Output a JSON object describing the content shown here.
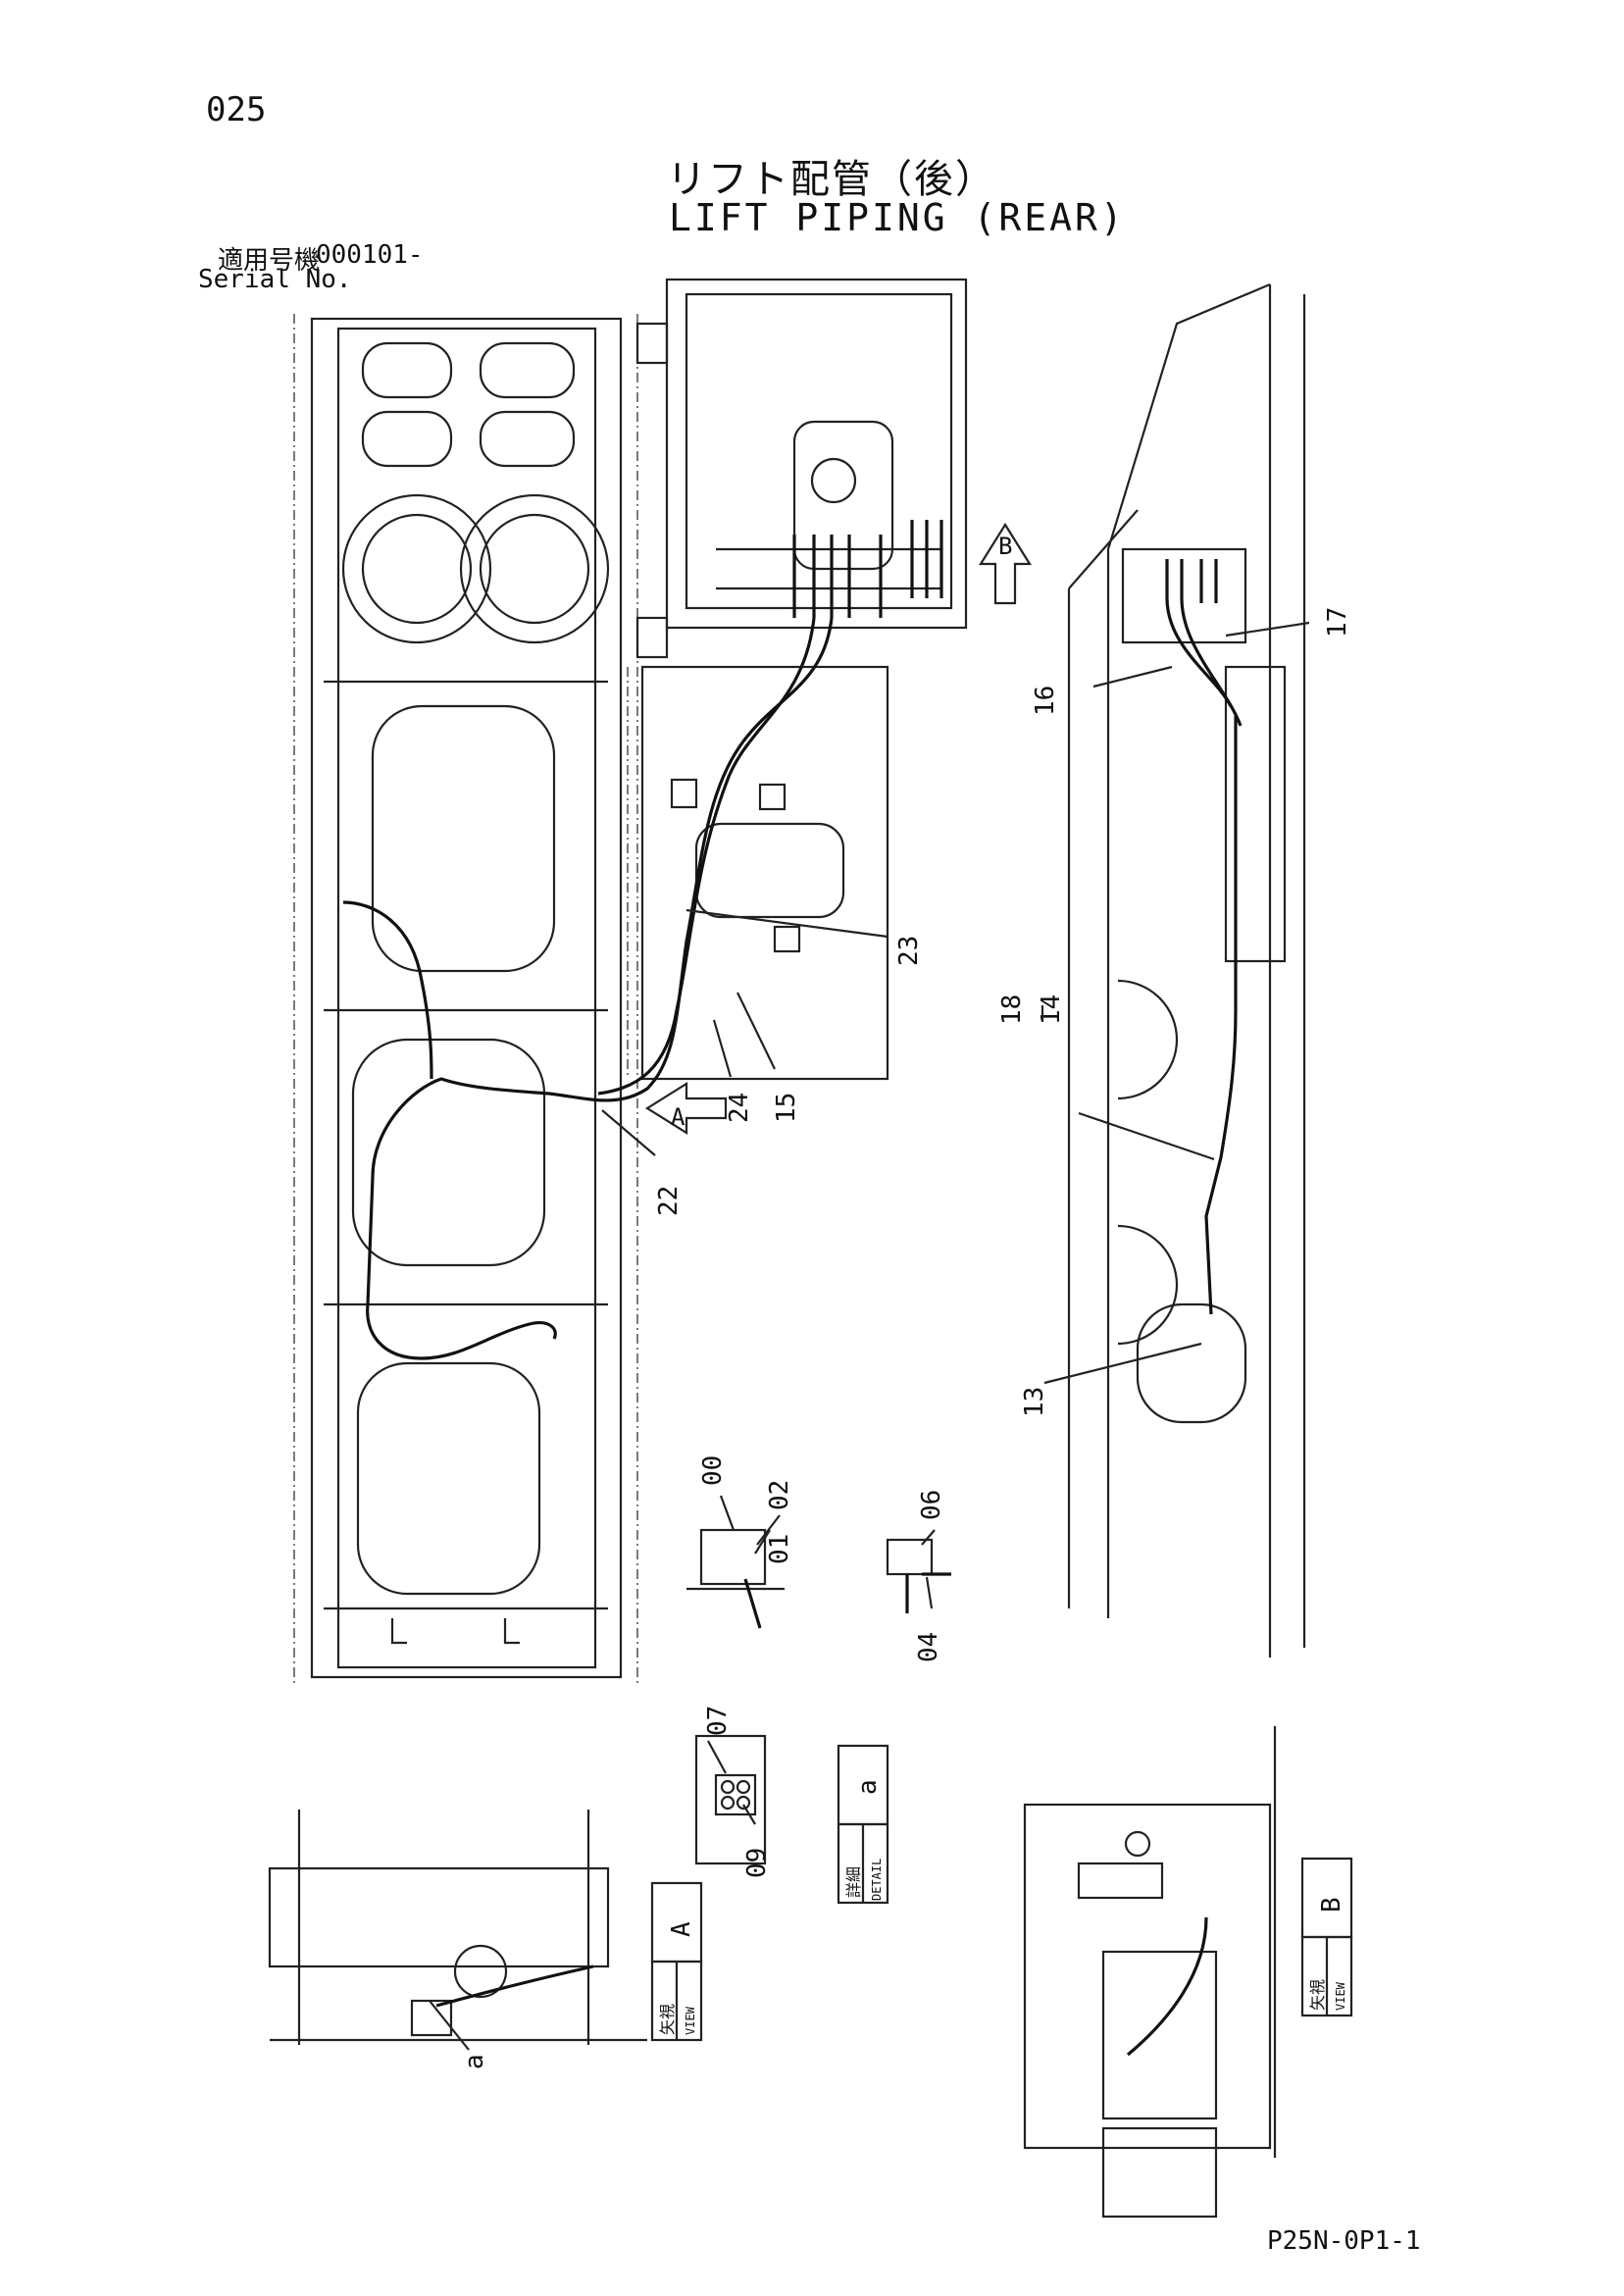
{
  "header": {
    "page_number": "025",
    "title_jp": "リフト配管（後）",
    "title_en": "LIFT PIPING (REAR)",
    "serial_label_jp": "適用号機",
    "serial_value": "000101-",
    "serial_label_en": "Serial No."
  },
  "callouts": {
    "c23": "23",
    "c22": "22",
    "c24": "24",
    "c15": "15",
    "c16": "16",
    "c17": "17",
    "c18": "18",
    "c14": "14",
    "c13": "13",
    "c00": "00",
    "c02": "02",
    "c01": "01",
    "c06": "06",
    "c04": "04",
    "c07": "07",
    "c09": "09",
    "ca": "a"
  },
  "view_markers": {
    "arrow_a": "A",
    "arrow_b": "B",
    "view_a_jp": "矢視",
    "view_a_en": "VIEW",
    "view_a_letter": "A",
    "view_b_jp": "矢視",
    "view_b_en": "VIEW",
    "view_b_letter": "B",
    "detail_jp": "詳細",
    "detail_en": "DETAIL",
    "detail_letter": "a"
  },
  "footer": {
    "drawing_code": "P25N-0P1-1"
  }
}
